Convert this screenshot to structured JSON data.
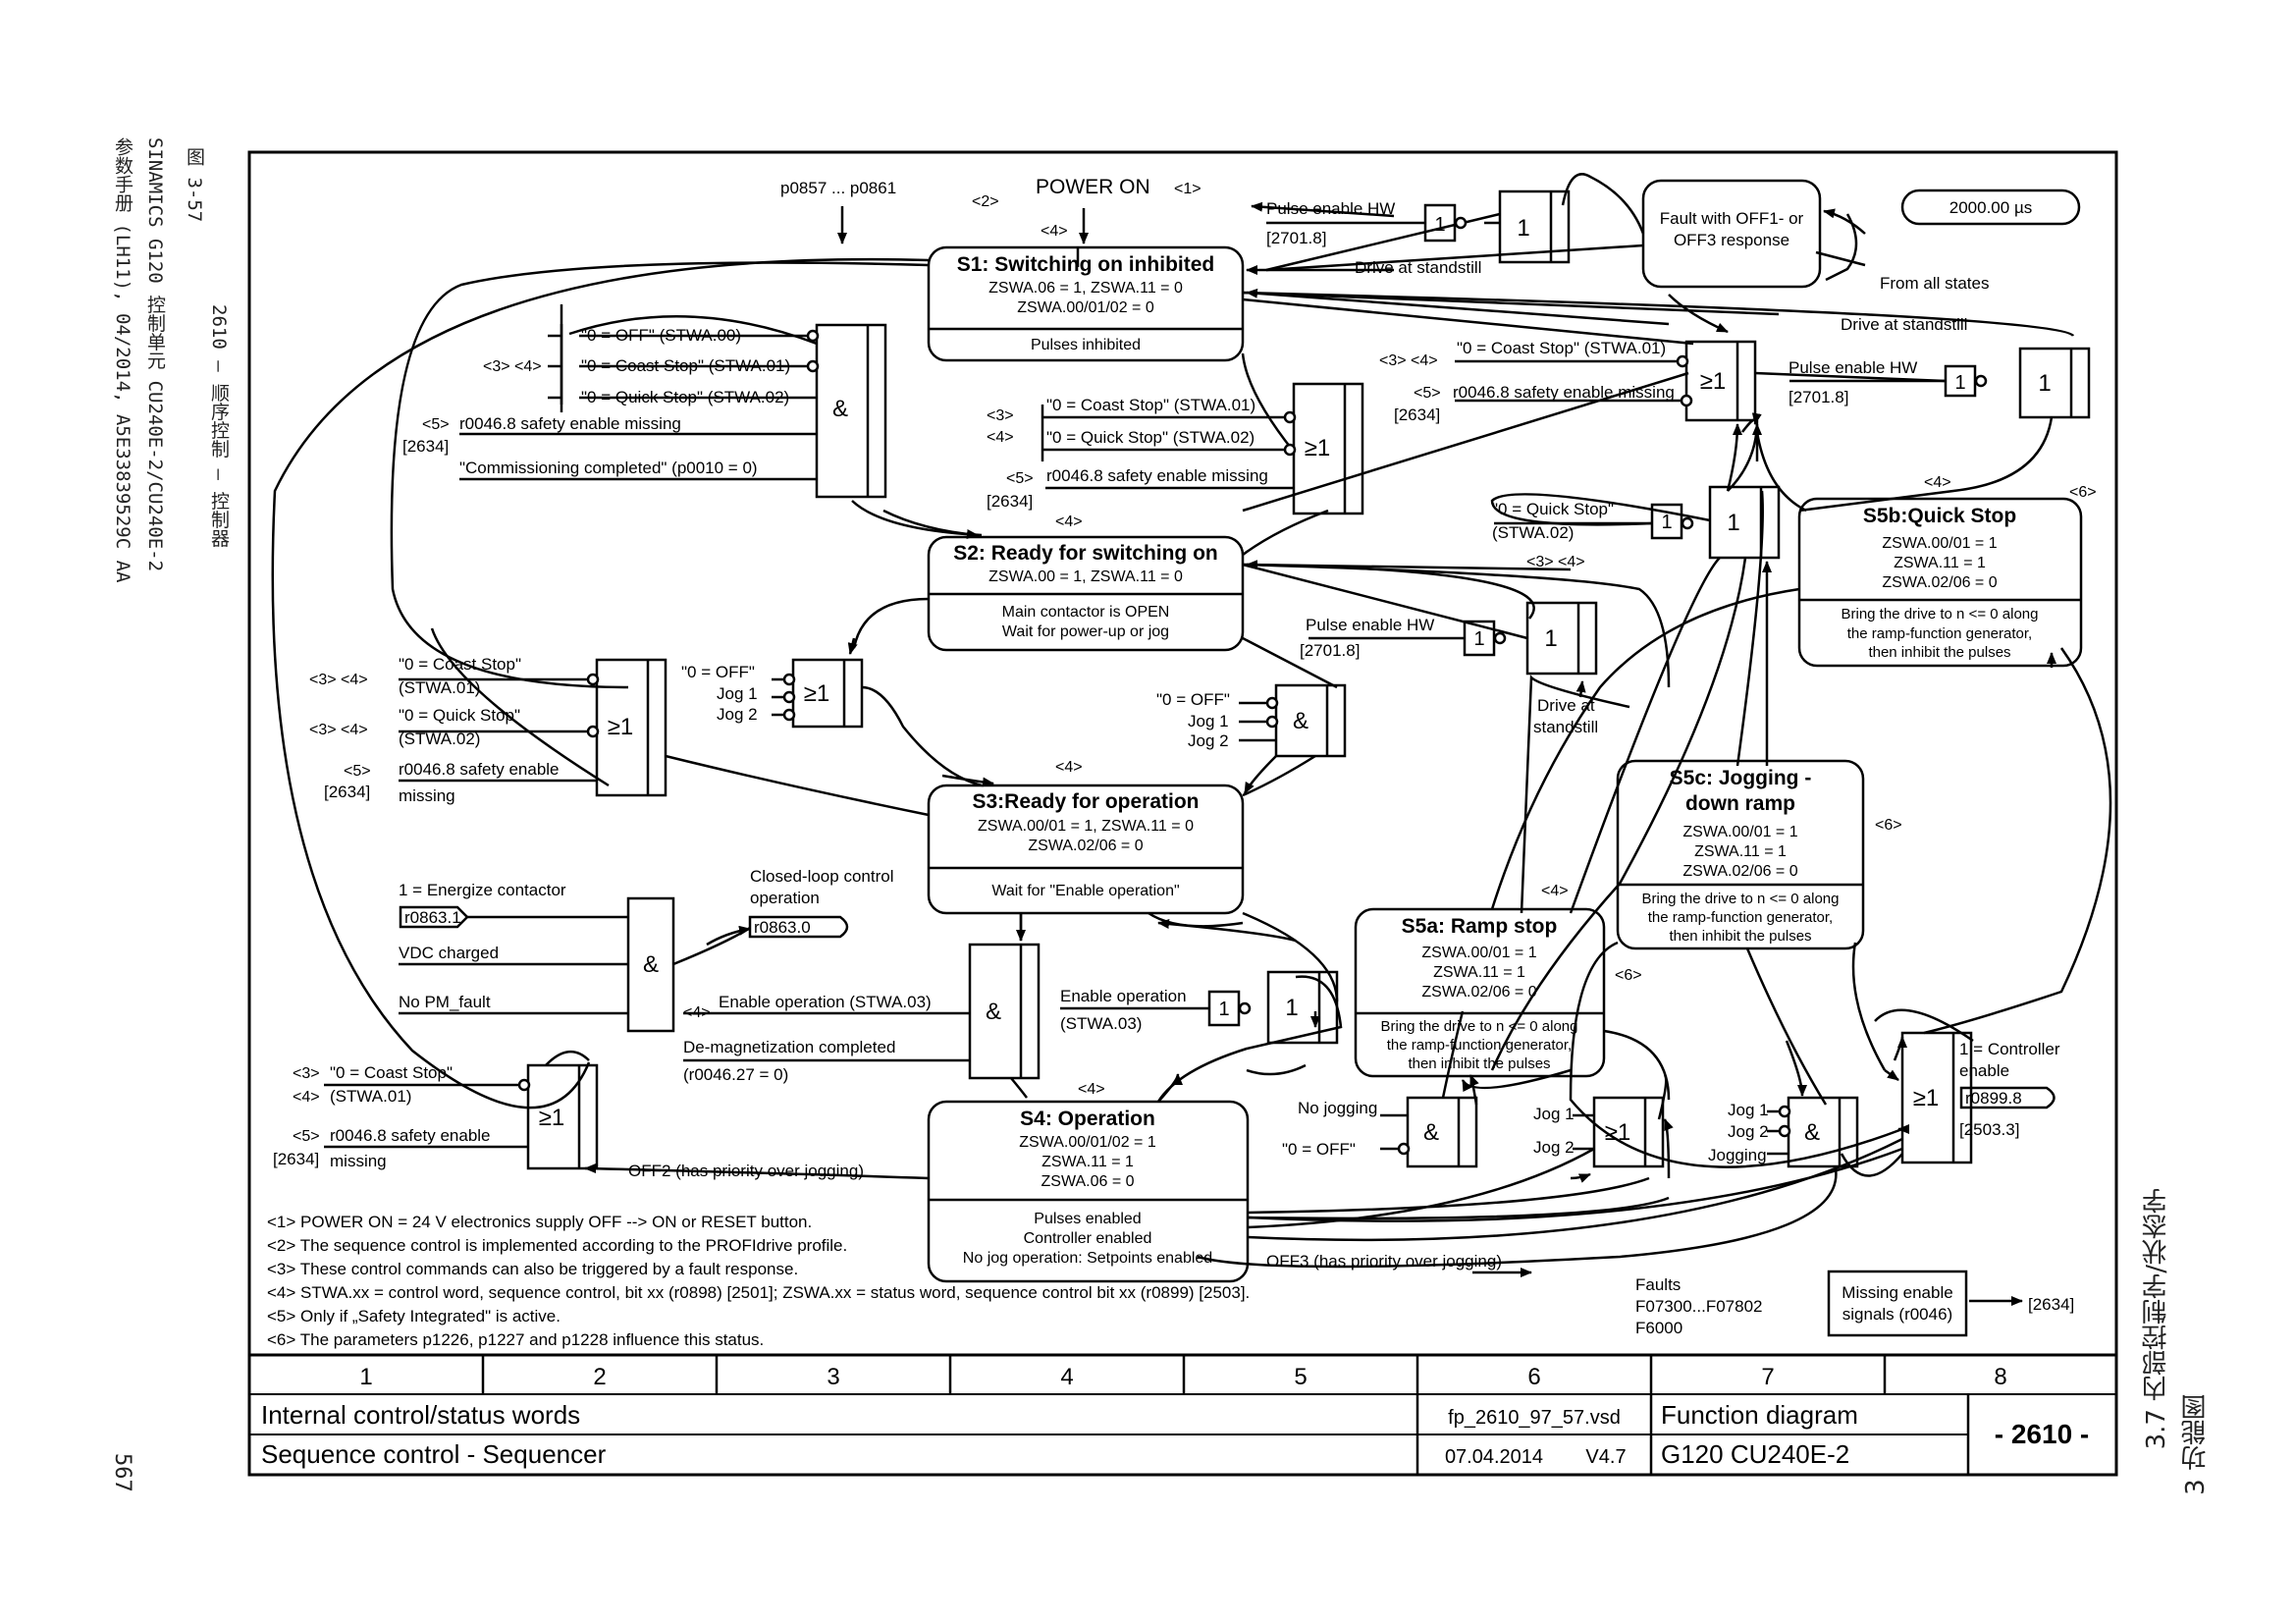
{
  "side": {
    "fig_label": "图 3-57",
    "fig_title": "2610 – 顺序控制 – 控制器",
    "manual_line1": "SINAMICS G120 控制单元 CU240E-2/CU240E-2",
    "manual_line2": "参数手册 (LH11), 04/2014, A5E33839529C AA",
    "page_no": "567",
    "section": "3.7 内部控制字/状态字",
    "chapter": "3 功能图"
  },
  "states": {
    "s1": {
      "title": "S1: Switching on inhibited",
      "l1": "ZSWA.06 = 1, ZSWA.11 = 0",
      "l2": "ZSWA.00/01/02 = 0",
      "d1": "Pulses inhibited"
    },
    "s2": {
      "title": "S2: Ready for switching on",
      "l1": "ZSWA.00 = 1, ZSWA.11 = 0",
      "d1": "Main contactor is OPEN",
      "d2": "Wait for power-up or jog"
    },
    "s3": {
      "title": "S3:Ready for operation",
      "l1": "ZSWA.00/01 = 1, ZSWA.11 = 0",
      "l2": "ZSWA.02/06 = 0",
      "d1": "Wait for \"Enable operation\""
    },
    "s4": {
      "title": "S4: Operation",
      "l1": "ZSWA.00/01/02 = 1",
      "l2": "ZSWA.11 = 1",
      "l3": "ZSWA.06 = 0",
      "d1": "Pulses enabled",
      "d2": "Controller enabled",
      "d3": "No jog operation: Setpoints enabled"
    },
    "s5a": {
      "title": "S5a: Ramp stop",
      "l1": "ZSWA.00/01 = 1",
      "l2": "ZSWA.11 = 1",
      "l3": "ZSWA.02/06 = 0",
      "d1": "Bring the drive to n <= 0 along",
      "d2": "the ramp-function generator,",
      "d3": "then inhibit the pulses"
    },
    "s5b": {
      "title": "S5b:Quick Stop",
      "l1": "ZSWA.00/01 = 1",
      "l2": "ZSWA.11 = 1",
      "l3": "ZSWA.02/06 = 0",
      "d1": "Bring the drive to n <= 0 along",
      "d2": "the ramp-function generator,",
      "d3": "then inhibit the pulses"
    },
    "s5c": {
      "title1": "S5c: Jogging -",
      "title2": "down ramp",
      "l1": "ZSWA.00/01 = 1",
      "l2": "ZSWA.11 = 1",
      "l3": "ZSWA.02/06 = 0",
      "d1": "Bring the drive to n <= 0 along",
      "d2": "the ramp-function generator,",
      "d3": "then inhibit the pulses"
    }
  },
  "gates": {
    "and": "&",
    "or": "≥1",
    "one": "1"
  },
  "labels": {
    "p0857": "p0857 ... p0861",
    "power_on": "POWER ON",
    "n1": "<1>",
    "n2": "<2>",
    "n3": "<3>",
    "n4": "<4>",
    "n5": "<5>",
    "n6": "<6>",
    "n34": "<3> <4>",
    "pulse_hw": "Pulse enable HW",
    "p27018": "[2701.8]",
    "drive_standstill": "Drive at standstill",
    "drive_at": "Drive at",
    "standstill": "standstill",
    "fault_off1": "Fault with OFF1- or",
    "fault_off3": "OFF3 response",
    "from_all": "From all states",
    "cycle": "2000.00 µs",
    "off_stwa00": "\"0 = OFF\" (STWA.00)",
    "coast_stwa01": "\"0 = Coast Stop\" (STWA.01)",
    "quick_stwa02": "\"0 = Quick Stop\" (STWA.02)",
    "safety_missing": "r0046.8 safety enable missing",
    "ref2634": "[2634]",
    "commissioning": "\"Commissioning completed\" (p0010 = 0)",
    "quick_stop_q": "\"0 = Quick Stop\"",
    "coast_stop_q": "\"0 = Coast Stop\"",
    "stwa01": "(STWA.01)",
    "stwa02": "(STWA.02)",
    "safety_enable": "r0046.8 safety enable",
    "missing": "missing",
    "off_q": "\"0 = OFF\"",
    "jog1": "Jog 1",
    "jog2": "Jog 2",
    "jogging": "Jogging",
    "energize": "1 = Energize contactor",
    "r08631": "r0863.1",
    "vdc": "VDC charged",
    "no_pm_fault": "No PM_fault",
    "clc1": "Closed-loop control",
    "clc2": "operation",
    "r08630": "r0863.0",
    "enable_op_stwa03": "Enable operation (STWA.03)",
    "demag": "De-magnetization completed",
    "r0046_27": "(r0046.27 = 0)",
    "enable_op": "Enable operation",
    "stwa03": "(STWA.03)",
    "no_jogging": "No jogging",
    "off2": "OFF2 (has priority over jogging)",
    "off3": "OFF3 (has priority over jogging)",
    "ctrl_enable1": "1 = Controller",
    "ctrl_enable2": "enable",
    "r08998": "r0899.8",
    "ref25033": "[2503.3]",
    "faults": "Faults",
    "f07300": "F07300...F07802",
    "f6000": "F6000",
    "missing_en1": "Missing enable",
    "missing_en2": "signals (r0046)"
  },
  "notes": [
    "<1> POWER ON = 24 V electronics supply OFF --> ON or RESET button.",
    "<2> The sequence control is implemented according to the PROFIdrive profile.",
    "<3> These control commands can also be triggered by a fault response.",
    "<4> STWA.xx = control word, sequence control, bit xx (r0898) [2501]; ZSWA.xx = status word, sequence control bit xx (r0899) [2503].",
    "<5> Only if „Safety Integrated\" is active.",
    "<6> The parameters p1226, p1227 and p1228 influence this status."
  ],
  "footer": {
    "cols": [
      "1",
      "2",
      "3",
      "4",
      "5",
      "6",
      "7",
      "8"
    ],
    "title1": "Internal control/status words",
    "title2": "Sequence control - Sequencer",
    "file": "fp_2610_97_57.vsd",
    "date": "07.04.2014",
    "version": "V4.7",
    "fd": "Function diagram",
    "device": "G120 CU240E-2",
    "number": "- 2610 -"
  }
}
